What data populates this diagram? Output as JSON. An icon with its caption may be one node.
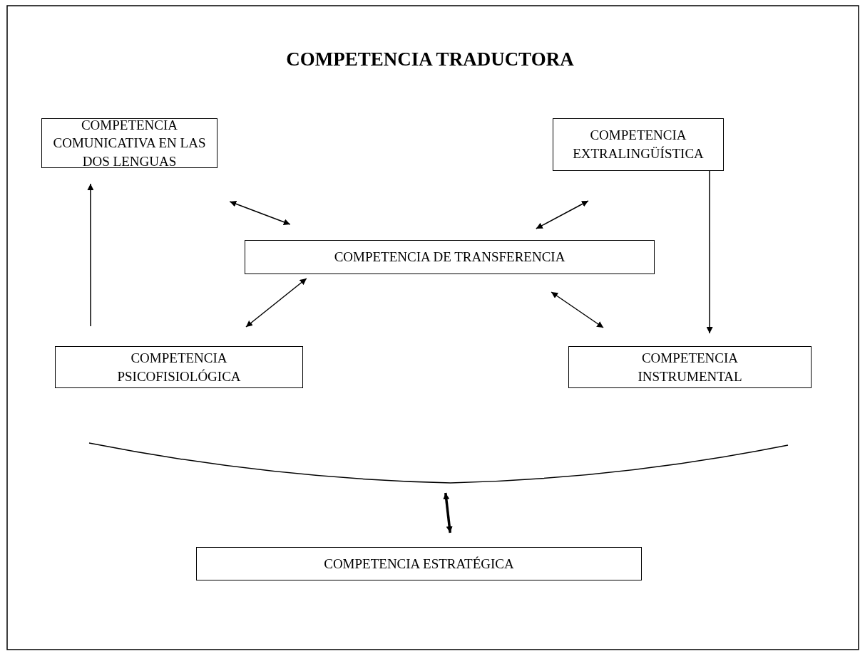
{
  "diagram": {
    "title": "COMPETENCIA TRADUCTORA",
    "nodes": [
      {
        "text": [
          "COMPETENCIA COMUNICATIVA EN LAS DOS LENGUAS"
        ]
      },
      {
        "text": [
          "COMPETENCIA EXTRALINGÜÍSTICA"
        ]
      },
      {
        "text": [
          "COMPETENCIA DE TRANSFERENCIA"
        ]
      },
      {
        "text": [
          "COMPETENCIA PSICOFISIOLÓGICA"
        ]
      },
      {
        "text": [
          "COMPETENCIA INSTRUMENTAL"
        ]
      },
      {
        "text": [
          "COMPETENCIA ESTRATÉGICA"
        ]
      },
      {
        "text": [],
        "shape": "bracket"
      }
    ],
    "edges": [
      {
        "from": 3,
        "to": 0,
        "arrow": "to"
      },
      {
        "from": 1,
        "to": 4,
        "arrow": "to"
      },
      {
        "from": 0,
        "to": 2,
        "arrow": "both"
      },
      {
        "from": 1,
        "to": 2,
        "arrow": "both"
      },
      {
        "from": 2,
        "to": 3,
        "arrow": "both"
      },
      {
        "from": 2,
        "to": 4,
        "arrow": "both"
      },
      {
        "from": 6,
        "to": 5,
        "arrow": "both",
        "style": "thick"
      }
    ]
  }
}
